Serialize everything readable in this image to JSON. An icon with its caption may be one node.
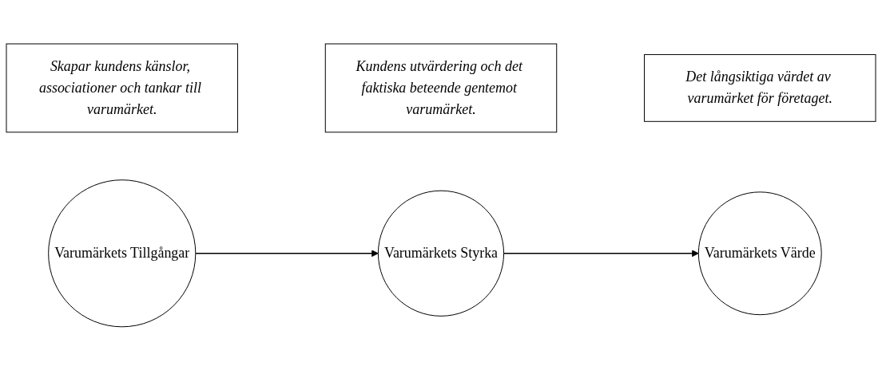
{
  "diagram": {
    "nodes": [
      {
        "text": [
          "Skapar kundens känslor, associationer och tankar till varumärket."
        ]
      },
      {
        "text": [
          "Kundens utvärdering och det faktiska beteende gentemot varumärket."
        ]
      },
      {
        "text": [
          "Det långsiktiga värdet av varumärket för företaget."
        ]
      },
      {
        "text": [
          "Varumärkets Tillgångar"
        ]
      },
      {
        "text": [
          "Varumärkets Styrka"
        ]
      },
      {
        "text": [
          "Varumärkets Värde"
        ]
      }
    ],
    "edges": [
      {
        "from": 3,
        "to": 4,
        "arrow": "to"
      },
      {
        "from": 4,
        "to": 5,
        "arrow": "to"
      }
    ]
  }
}
